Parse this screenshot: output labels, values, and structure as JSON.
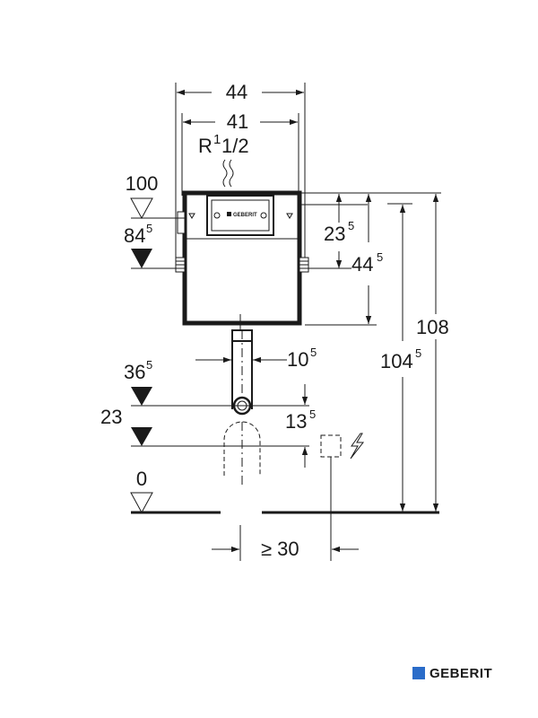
{
  "dimensions": {
    "width_44": "44",
    "width_41": "41",
    "connection_main": "R",
    "connection_fraction": "1/2",
    "level_100": "100",
    "level_84_main": "84",
    "level_84_sup": "5",
    "dim_23_main": "23",
    "dim_23_sup": "5",
    "dim_44_main": "44",
    "dim_44_sup": "5",
    "height_108": "108",
    "height_104_main": "104",
    "height_104_sup": "5",
    "pipe_10_main": "10",
    "pipe_10_sup": "5",
    "level_36_main": "36",
    "level_36_sup": "5",
    "level_23": "23",
    "dim_13_main": "13",
    "dim_13_sup": "5",
    "level_0": "0",
    "offset_min": "≥ 30"
  },
  "brand": {
    "name": "GEBERIT",
    "color": "#2a6cc9"
  },
  "icons": [
    "water-supply-icon",
    "electrical-icon",
    "geberit-logo-icon"
  ]
}
